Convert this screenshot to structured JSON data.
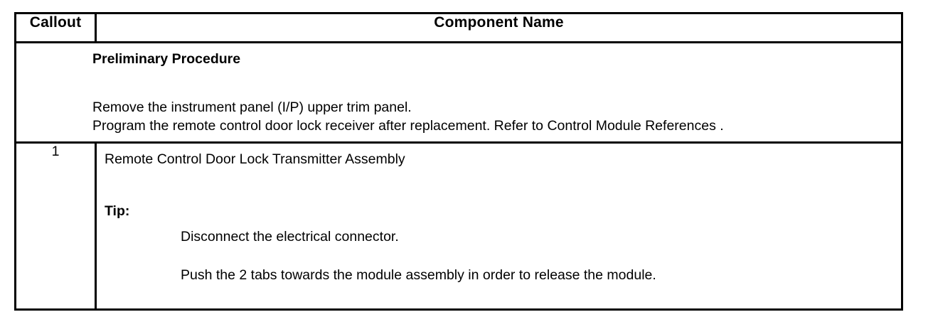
{
  "table": {
    "headers": {
      "callout": "Callout",
      "component_name": "Component Name"
    },
    "preliminary": {
      "title": "Preliminary Procedure",
      "lines": [
        "Remove the instrument panel (I/P) upper trim panel.",
        "Program the remote control door lock receiver after replacement. Refer to Control Module References ."
      ]
    },
    "rows": [
      {
        "callout": "1",
        "component_name": "Remote Control Door Lock Transmitter Assembly",
        "tip_label": "Tip:",
        "tip_steps": [
          "Disconnect the electrical connector.",
          "Push the 2 tabs towards the module assembly in order to release the module."
        ]
      }
    ]
  },
  "colors": {
    "border": "#000000",
    "text": "#000000",
    "background": "#ffffff"
  }
}
